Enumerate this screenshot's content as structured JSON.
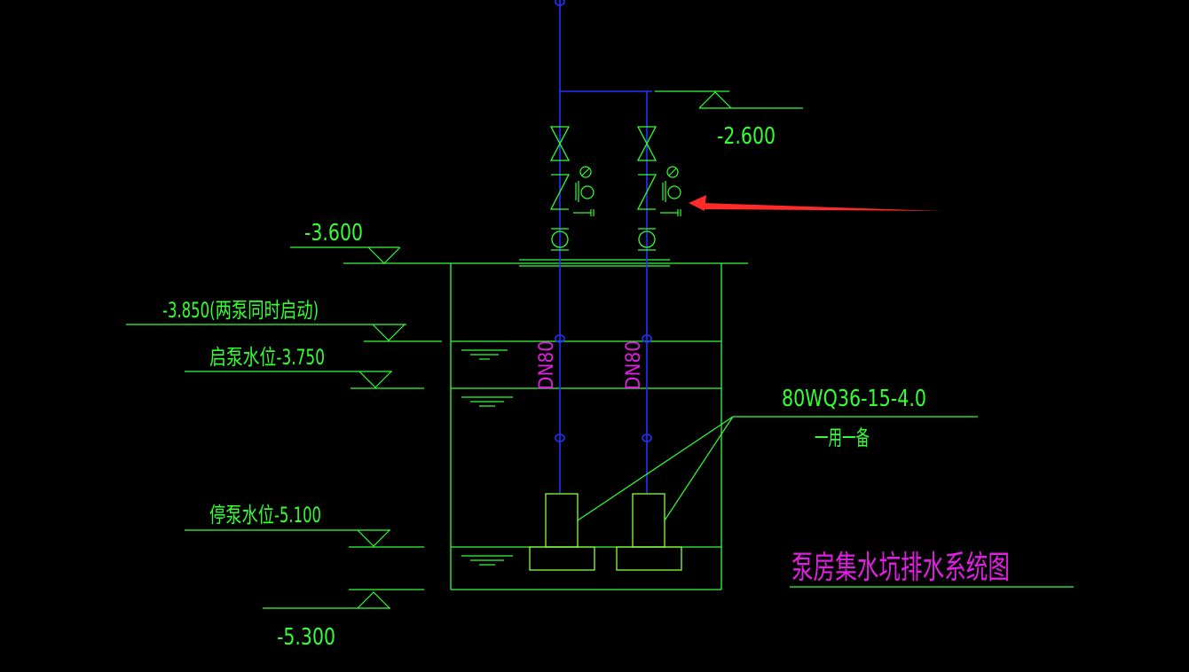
{
  "colors": {
    "background": "#000000",
    "structure": "#33ff33",
    "pipe": "#2233ff",
    "annotation": "#e020e0",
    "arrow": "#ff2a2a",
    "equipment": "#88ff44"
  },
  "labels": {
    "elev_top": "-2.600",
    "elev_ground": "-3.600",
    "elev_both_pumps": "-3.850(两泵同时启动)",
    "start_level": "启泵水位-3.750",
    "stop_level": "停泵水位-5.100",
    "elev_bottom": "-5.300",
    "pump_model": "80WQ36-15-4.0",
    "pump_config": "一用一备",
    "pipe_size_left": "DN80",
    "pipe_size_right": "DN80",
    "drawing_title": "泵房集水坑排水系统图"
  },
  "icons": [
    "gate-valve-icon",
    "check-valve-icon",
    "pressure-gauge-icon",
    "flexible-joint-icon",
    "water-level-icon",
    "elevation-marker-icon",
    "arrow-pointer-icon"
  ]
}
